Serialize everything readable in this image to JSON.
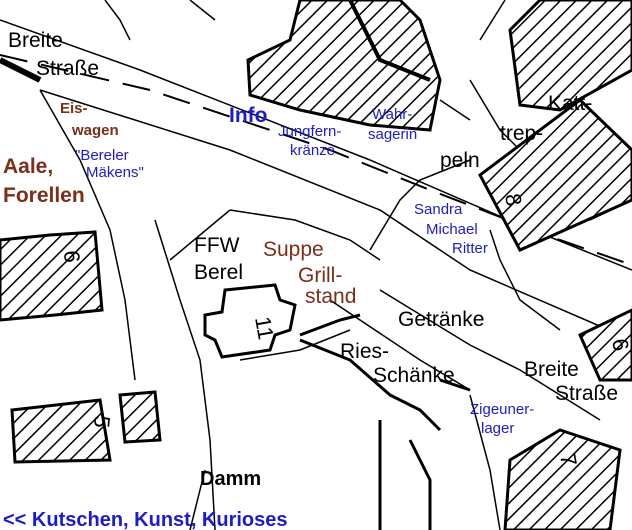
{
  "map": {
    "streets": {
      "breite_strasse_nw_1": "Breite",
      "breite_strasse_nw_2": "Straße",
      "breite_strasse_se_1": "Breite",
      "breite_strasse_se_2": "Straße",
      "kattrepeln_1": "Katt-",
      "kattrepeln_2": "trep-",
      "kattrepeln_3": "peln",
      "damm": "Damm"
    },
    "stands": {
      "eiswagen_1": "Eis-",
      "eiswagen_2": "wagen",
      "aale_1": "Aale,",
      "aale_2": "Forellen",
      "suppe": "Suppe",
      "grill_1": "Grill-",
      "grill_2": "stand",
      "ffw_1": "FFW",
      "ffw_2": "Berel",
      "getraenke": "Getränke",
      "ries_1": "Ries-",
      "ries_2": "Schänke"
    },
    "attractions": {
      "info": "Info",
      "jungfern_1": "Jungfern-",
      "jungfern_2": "kränze",
      "wahr_1": "Wahr-",
      "wahr_2": "sagerin",
      "bereler_1": "\"Bereler",
      "bereler_2": "Mäkens\"",
      "sandra_1": "Sandra",
      "sandra_2": "Michael",
      "sandra_3": "Ritter",
      "zigeuner_1": "Zigeuner-",
      "zigeuner_2": "lager"
    },
    "house_numbers": {
      "n9": "9",
      "n11": "11",
      "n5": "5",
      "n8": "8",
      "n6": "6",
      "n7": "7"
    },
    "nav_link": "<< Kutschen, Kunst, Kurioses",
    "colors": {
      "stand_text": "#7b2e1a",
      "attraction_text": "#1c1ccc",
      "lines": "#000000"
    }
  }
}
